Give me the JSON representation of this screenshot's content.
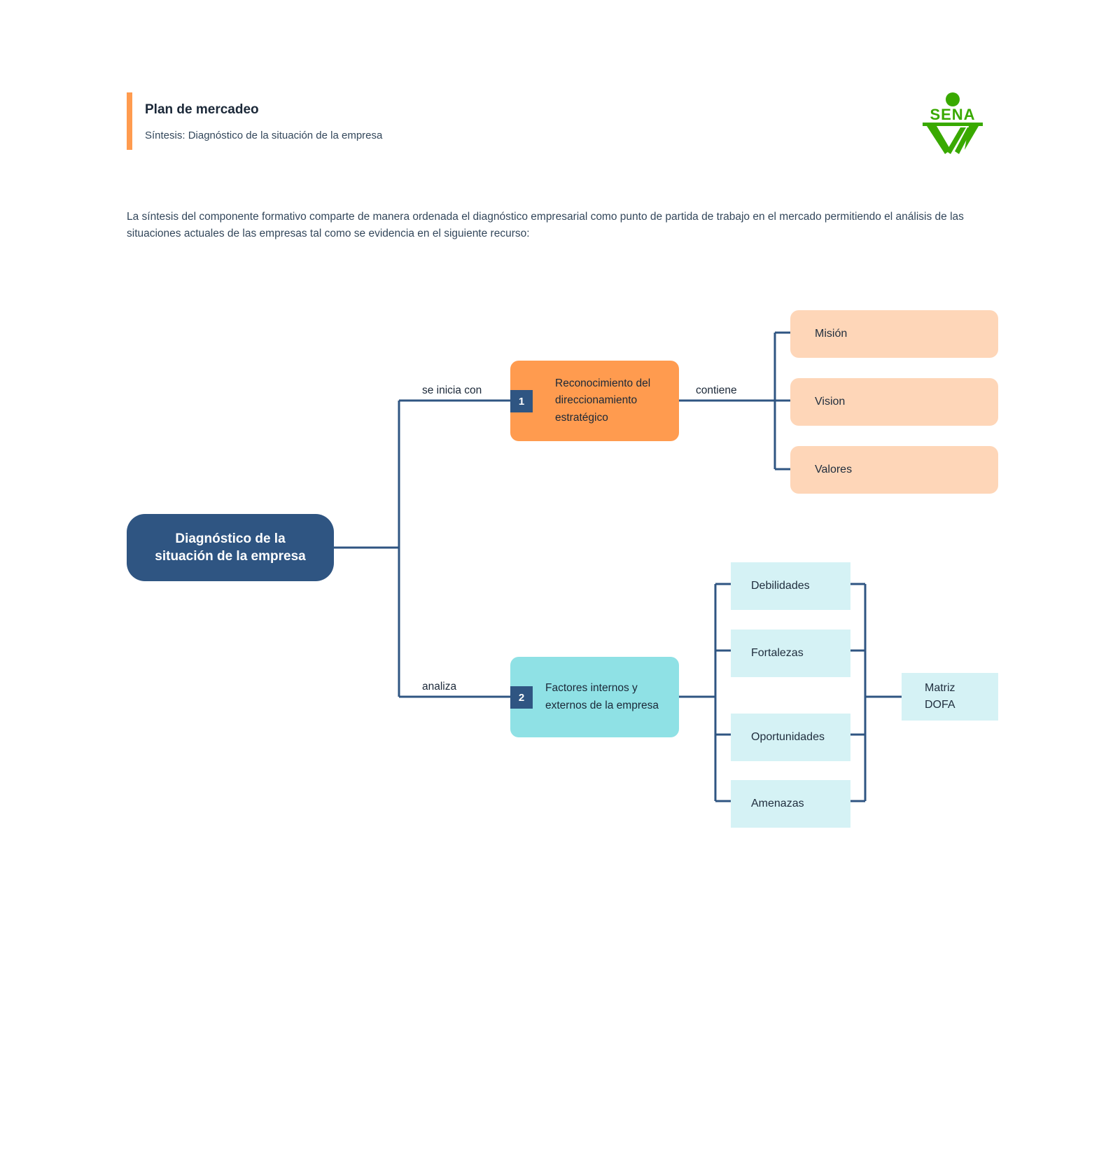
{
  "header": {
    "title": "Plan de mercadeo",
    "subtitle": "Síntesis: Diagnóstico de la situación de la empresa"
  },
  "logo": {
    "text": "SENA",
    "icon": "sena-logo-icon",
    "color": "#39a900"
  },
  "intro": "La síntesis del componente formativo comparte de manera ordenada el diagnóstico empresarial como punto de partida de trabajo en el mercado permitiendo el análisis de las situaciones actuales de las empresas tal como se evidencia en el siguiente recurso:",
  "diagram": {
    "root": "Diagnóstico de la situación de la empresa",
    "branches": [
      {
        "number": "1",
        "connector_label": "se inicia con",
        "label": "Reconocimiento del direccionamiento estratégico",
        "children_label": "contiene",
        "children": [
          "Misión",
          "Vision",
          "Valores"
        ],
        "color": "#ff9b4f"
      },
      {
        "number": "2",
        "connector_label": "analiza",
        "label": "Factores internos y externos de la empresa",
        "children": [
          "Debilidades",
          "Fortalezas",
          "Oportunidades",
          "Amenazas"
        ],
        "result": "Matriz DOFA",
        "color": "#8fe1e5"
      }
    ]
  },
  "colors": {
    "accent": "#ff9b4f",
    "navy": "#2f5582",
    "peach": "#fed6b8",
    "cyan": "#8fe1e5",
    "light_cyan": "#d5f2f5"
  }
}
